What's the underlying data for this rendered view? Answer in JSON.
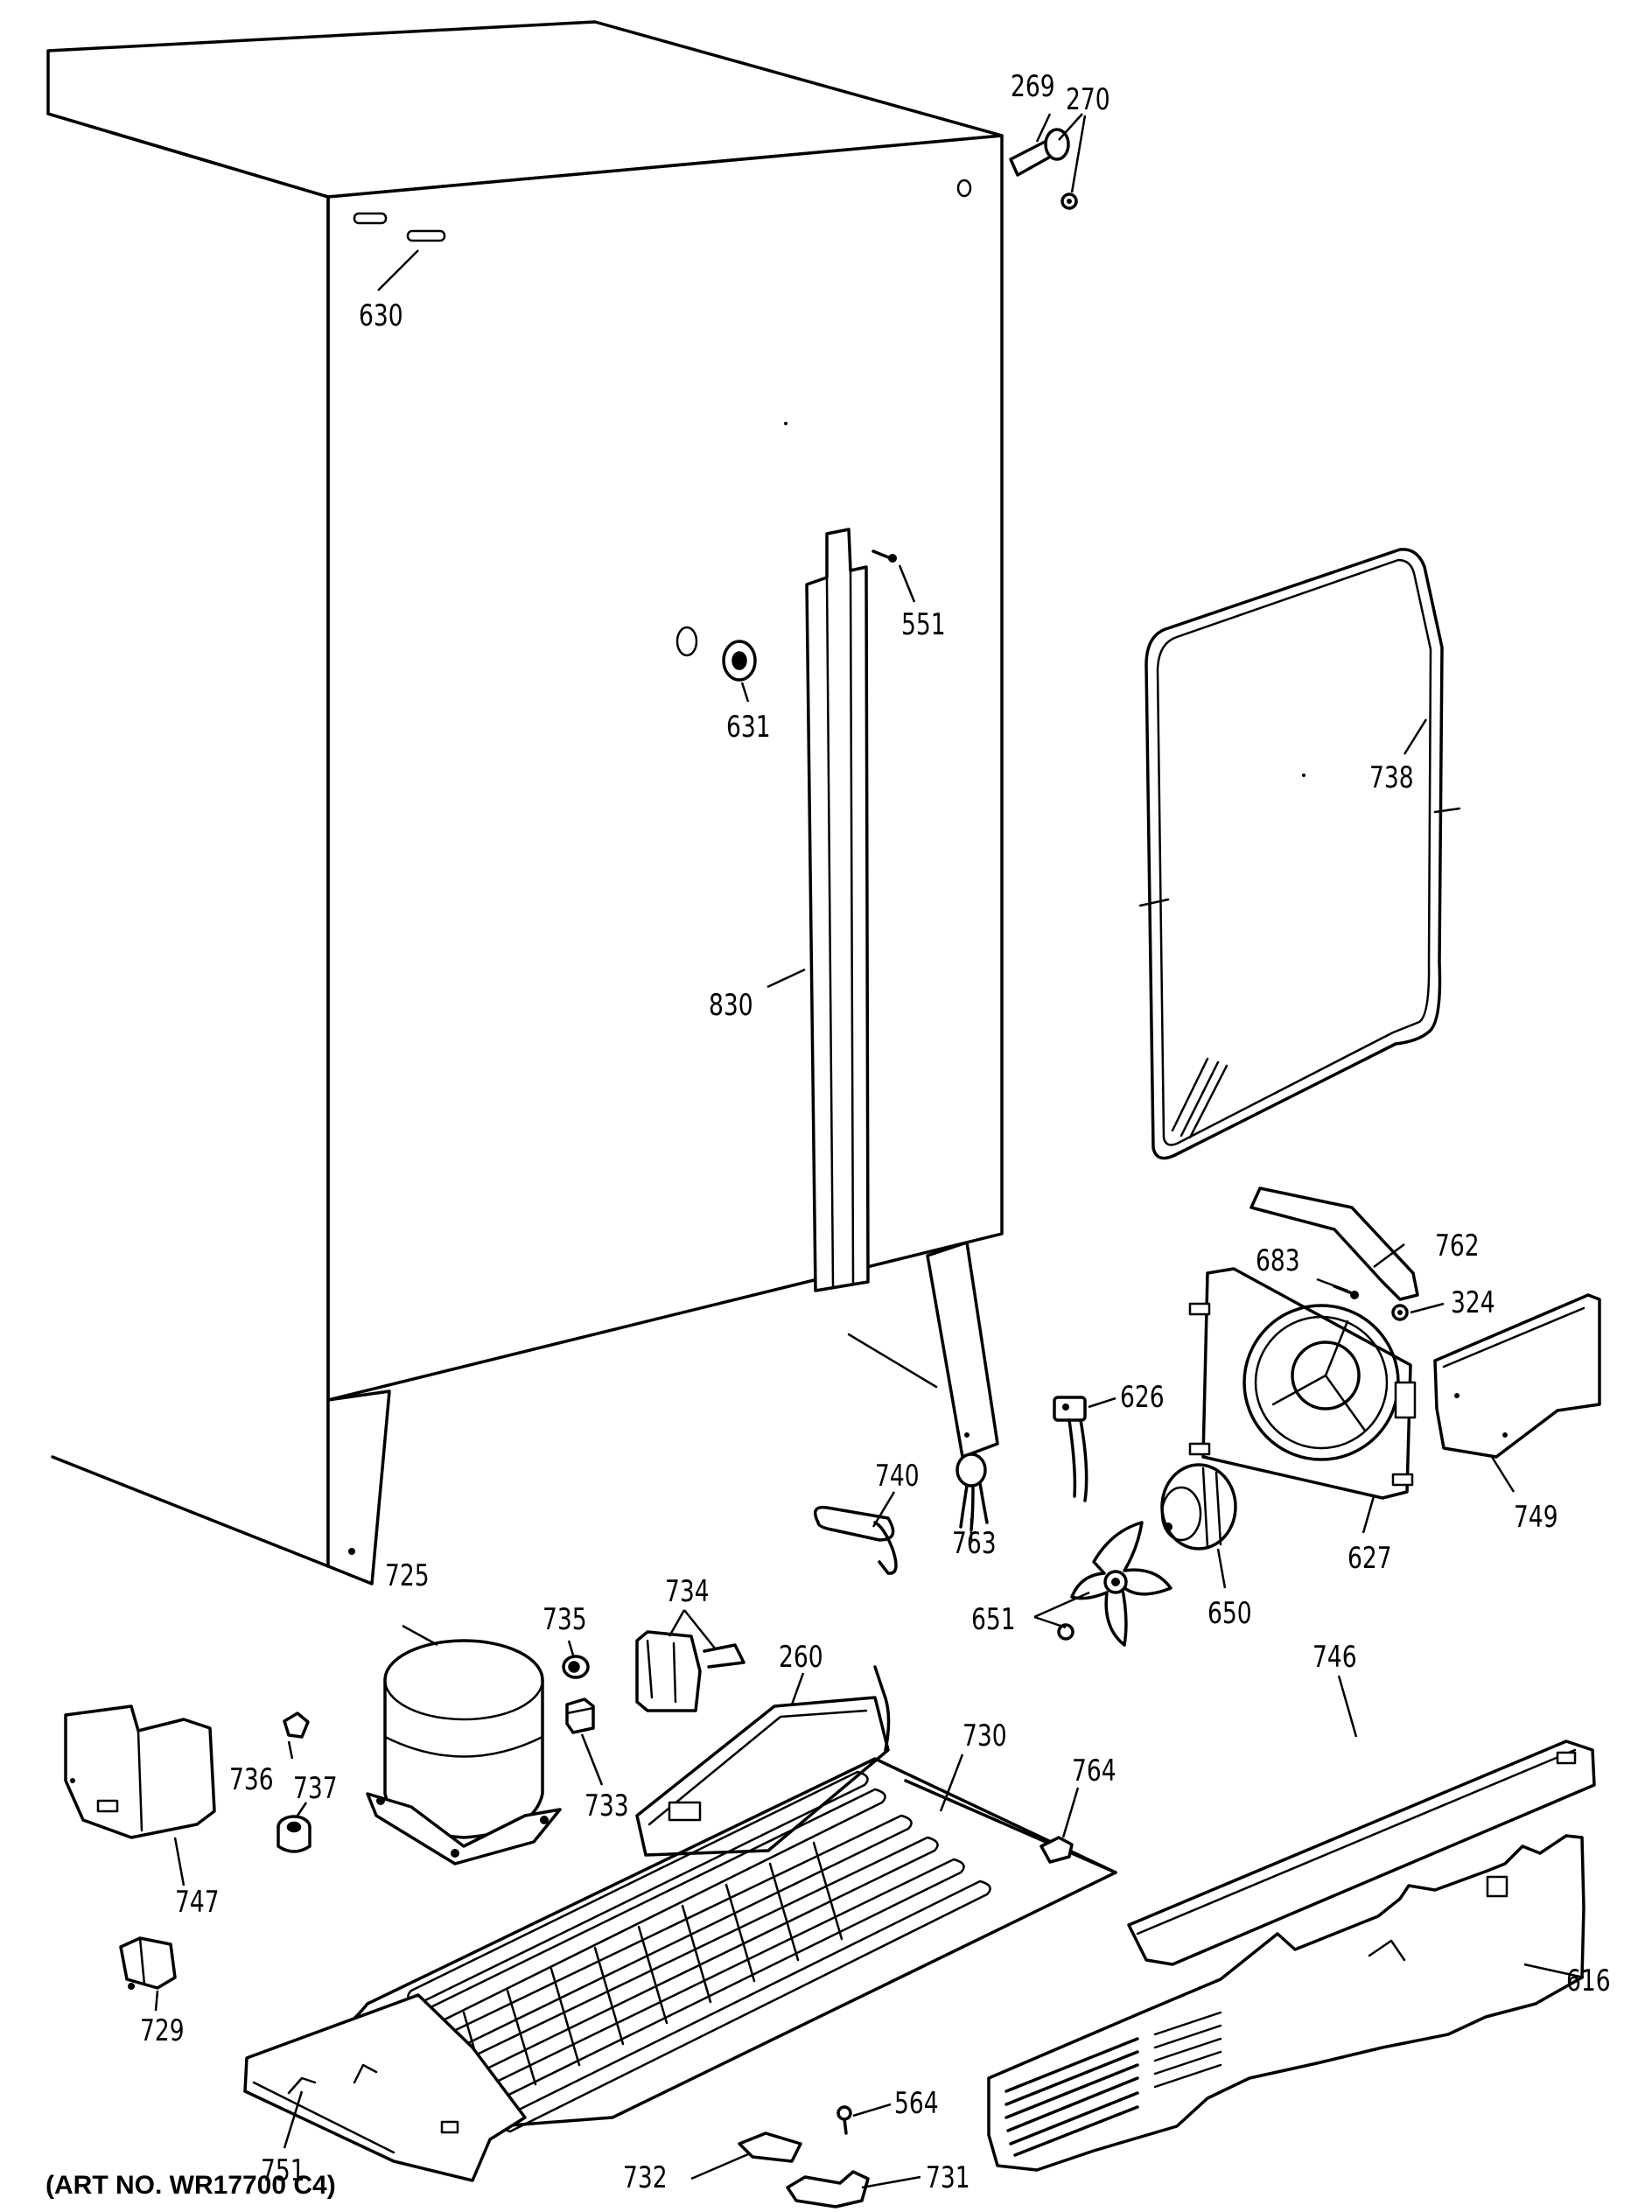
{
  "caption": "(ART NO. WR17700 C4)",
  "callouts": {
    "p269": "269",
    "p270": "270",
    "p630": "630",
    "p551": "551",
    "p631": "631",
    "p738": "738",
    "p830": "830",
    "p762": "762",
    "p683": "683",
    "p324": "324",
    "p626": "626",
    "p740": "740",
    "p763": "763",
    "p749": "749",
    "p627": "627",
    "p650": "650",
    "p725": "725",
    "p735": "735",
    "p734": "734",
    "p651": "651",
    "p260": "260",
    "p746": "746",
    "p736": "736",
    "p737": "737",
    "p730": "730",
    "p764": "764",
    "p733": "733",
    "p747": "747",
    "p616": "616",
    "p729": "729",
    "p751": "751",
    "p564": "564",
    "p732": "732",
    "p731": "731"
  }
}
